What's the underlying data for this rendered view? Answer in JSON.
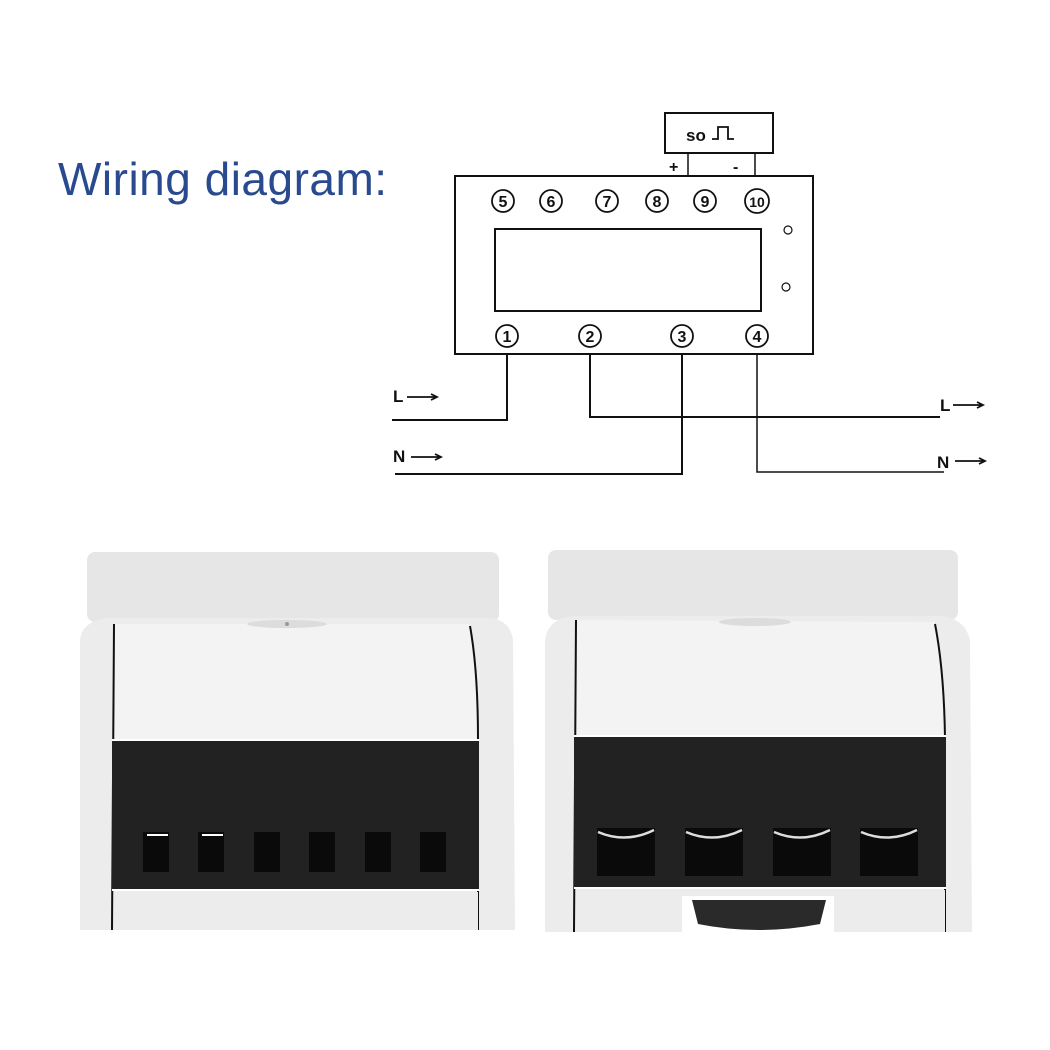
{
  "title": "Wiring diagram:",
  "colors": {
    "title": "#2a4a8f",
    "line": "#111111",
    "device_body": "#e8e8e8",
    "device_face": "#f2f2f2",
    "terminal_block": "#222222",
    "terminal_hole": "#0a0a0a"
  },
  "pulse_output": {
    "label": "so",
    "icon": "pulse-wave-icon",
    "plus": "+",
    "minus": "-"
  },
  "meter": {
    "top_terminals": [
      "5",
      "6",
      "7",
      "8",
      "9",
      "10"
    ],
    "bottom_terminals": [
      "1",
      "2",
      "3",
      "4"
    ],
    "indicator_leds": 2
  },
  "connections": {
    "left": [
      {
        "label": "L",
        "terminal": "1",
        "direction": "in"
      },
      {
        "label": "N",
        "terminal": "3",
        "direction": "in"
      }
    ],
    "right": [
      {
        "label": "L",
        "terminal": "2",
        "direction": "out"
      },
      {
        "label": "N",
        "terminal": "4",
        "direction": "out"
      }
    ]
  },
  "photos": [
    {
      "view": "top-side",
      "terminal_count": 6
    },
    {
      "view": "bottom-side",
      "terminal_count": 4,
      "has_din_clip": true
    }
  ]
}
